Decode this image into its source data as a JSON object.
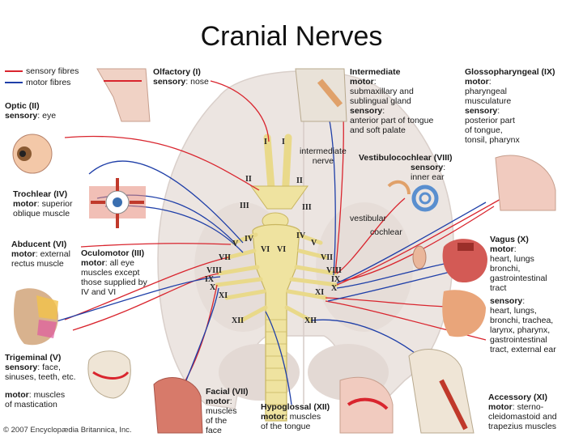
{
  "title": "Cranial Nerves",
  "colors": {
    "sensory": "#d9252e",
    "motor": "#1f3fa8",
    "nerve": "#efe3a0",
    "brain": "#ede6e2"
  },
  "legend": {
    "sensory": "sensory fibres",
    "motor": "motor fibres"
  },
  "labels": {
    "olfactory": {
      "name": "Olfactory (I)",
      "l1_bold": "sensory",
      "l1": ": nose"
    },
    "optic": {
      "name": "Optic (II)",
      "l1_bold": "sensory",
      "l1": ": eye"
    },
    "trochlear": {
      "name": "Trochlear (IV)",
      "l1_bold": "motor",
      "l1": ": superior",
      "l2": "oblique muscle"
    },
    "abducent": {
      "name": "Abducent (VI)",
      "l1_bold": "motor",
      "l1": ": external",
      "l2": "rectus muscle"
    },
    "oculomotor": {
      "name": "Oculomotor (III)",
      "l1_bold": "motor",
      "l1": ": all eye",
      "l2": "muscles except",
      "l3": "those supplied by",
      "l4": "IV and VI"
    },
    "trigeminal": {
      "name": "Trigeminal (V)",
      "l1_bold": "sensory",
      "l1": ": face,",
      "l2": "sinuses, teeth, etc.",
      "l3_bold": "motor",
      "l3": ": muscles",
      "l4": "of mastication"
    },
    "facial": {
      "name": "Facial (VII)",
      "l1_bold": "motor",
      "l1": ":",
      "l2": "muscles",
      "l3": "of the",
      "l4": "face"
    },
    "hypoglossal": {
      "name": "Hypoglossal (XII)",
      "l1_bold": "motor",
      "l1": ": muscles",
      "l2": "of the tongue"
    },
    "intermediate": {
      "name": "Intermediate",
      "l1_bold": "motor",
      "l1": ":",
      "l2": "submaxillary and",
      "l3": "sublingual gland",
      "l4_bold": "sensory",
      "l4": ":",
      "l5": "anterior part of tongue",
      "l6": "and soft palate"
    },
    "glossopharyngeal": {
      "name": "Glossopharyngeal (IX)",
      "l1_bold": "motor",
      "l1": ":",
      "l2": "pharyngeal",
      "l3": "musculature",
      "l4_bold": "sensory",
      "l4": ":",
      "l5": "posterior part",
      "l6": "of tongue,",
      "l7": "tonsil, pharynx"
    },
    "vestibulocochlear": {
      "name": "Vestibulocochlear (VIII)",
      "l1_bold": "sensory",
      "l1": ":",
      "l2": "inner ear"
    },
    "vagus": {
      "name": "Vagus (X)",
      "l1_bold": "motor",
      "l1": ":",
      "l2": "heart, lungs",
      "l3": "bronchi,",
      "l4": "gastrointestinal",
      "l5": "tract",
      "l6_bold": "sensory",
      "l6": ":",
      "l7": "heart, lungs,",
      "l8": "bronchi, trachea,",
      "l9": "larynx, pharynx,",
      "l10": "gastrointestinal",
      "l11": "tract, external ear"
    },
    "accessory": {
      "name": "Accessory (XI)",
      "l1_bold": "motor",
      "l1": ": sterno-",
      "l2": "cleidomastoid and",
      "l3": "trapezius muscles"
    },
    "intermediate_nerve": {
      "l1": "intermediate",
      "l2": "nerve"
    },
    "vestibular": "vestibular",
    "cochlear": "cochlear"
  },
  "numerals": {
    "I_l": "I",
    "I_r": "I",
    "II_l": "II",
    "II_r": "II",
    "III_l": "III",
    "III_r": "III",
    "IV_l": "IV",
    "IV_r": "IV",
    "V_l": "V",
    "V_r": "V",
    "VI_l": "VI",
    "VI_r": "VI",
    "VII_l": "VII",
    "VII_r": "VII",
    "VIII_l": "VIII",
    "VIII_r": "VIII",
    "IX_l": "IX",
    "IX_r": "IX",
    "X_l": "X",
    "X_r": "X",
    "XI_l": "XI",
    "XI_r": "XI",
    "XII_l": "XII",
    "XII_r": "XII"
  },
  "copyright": "© 2007 Encyclopædia Britannica, Inc."
}
